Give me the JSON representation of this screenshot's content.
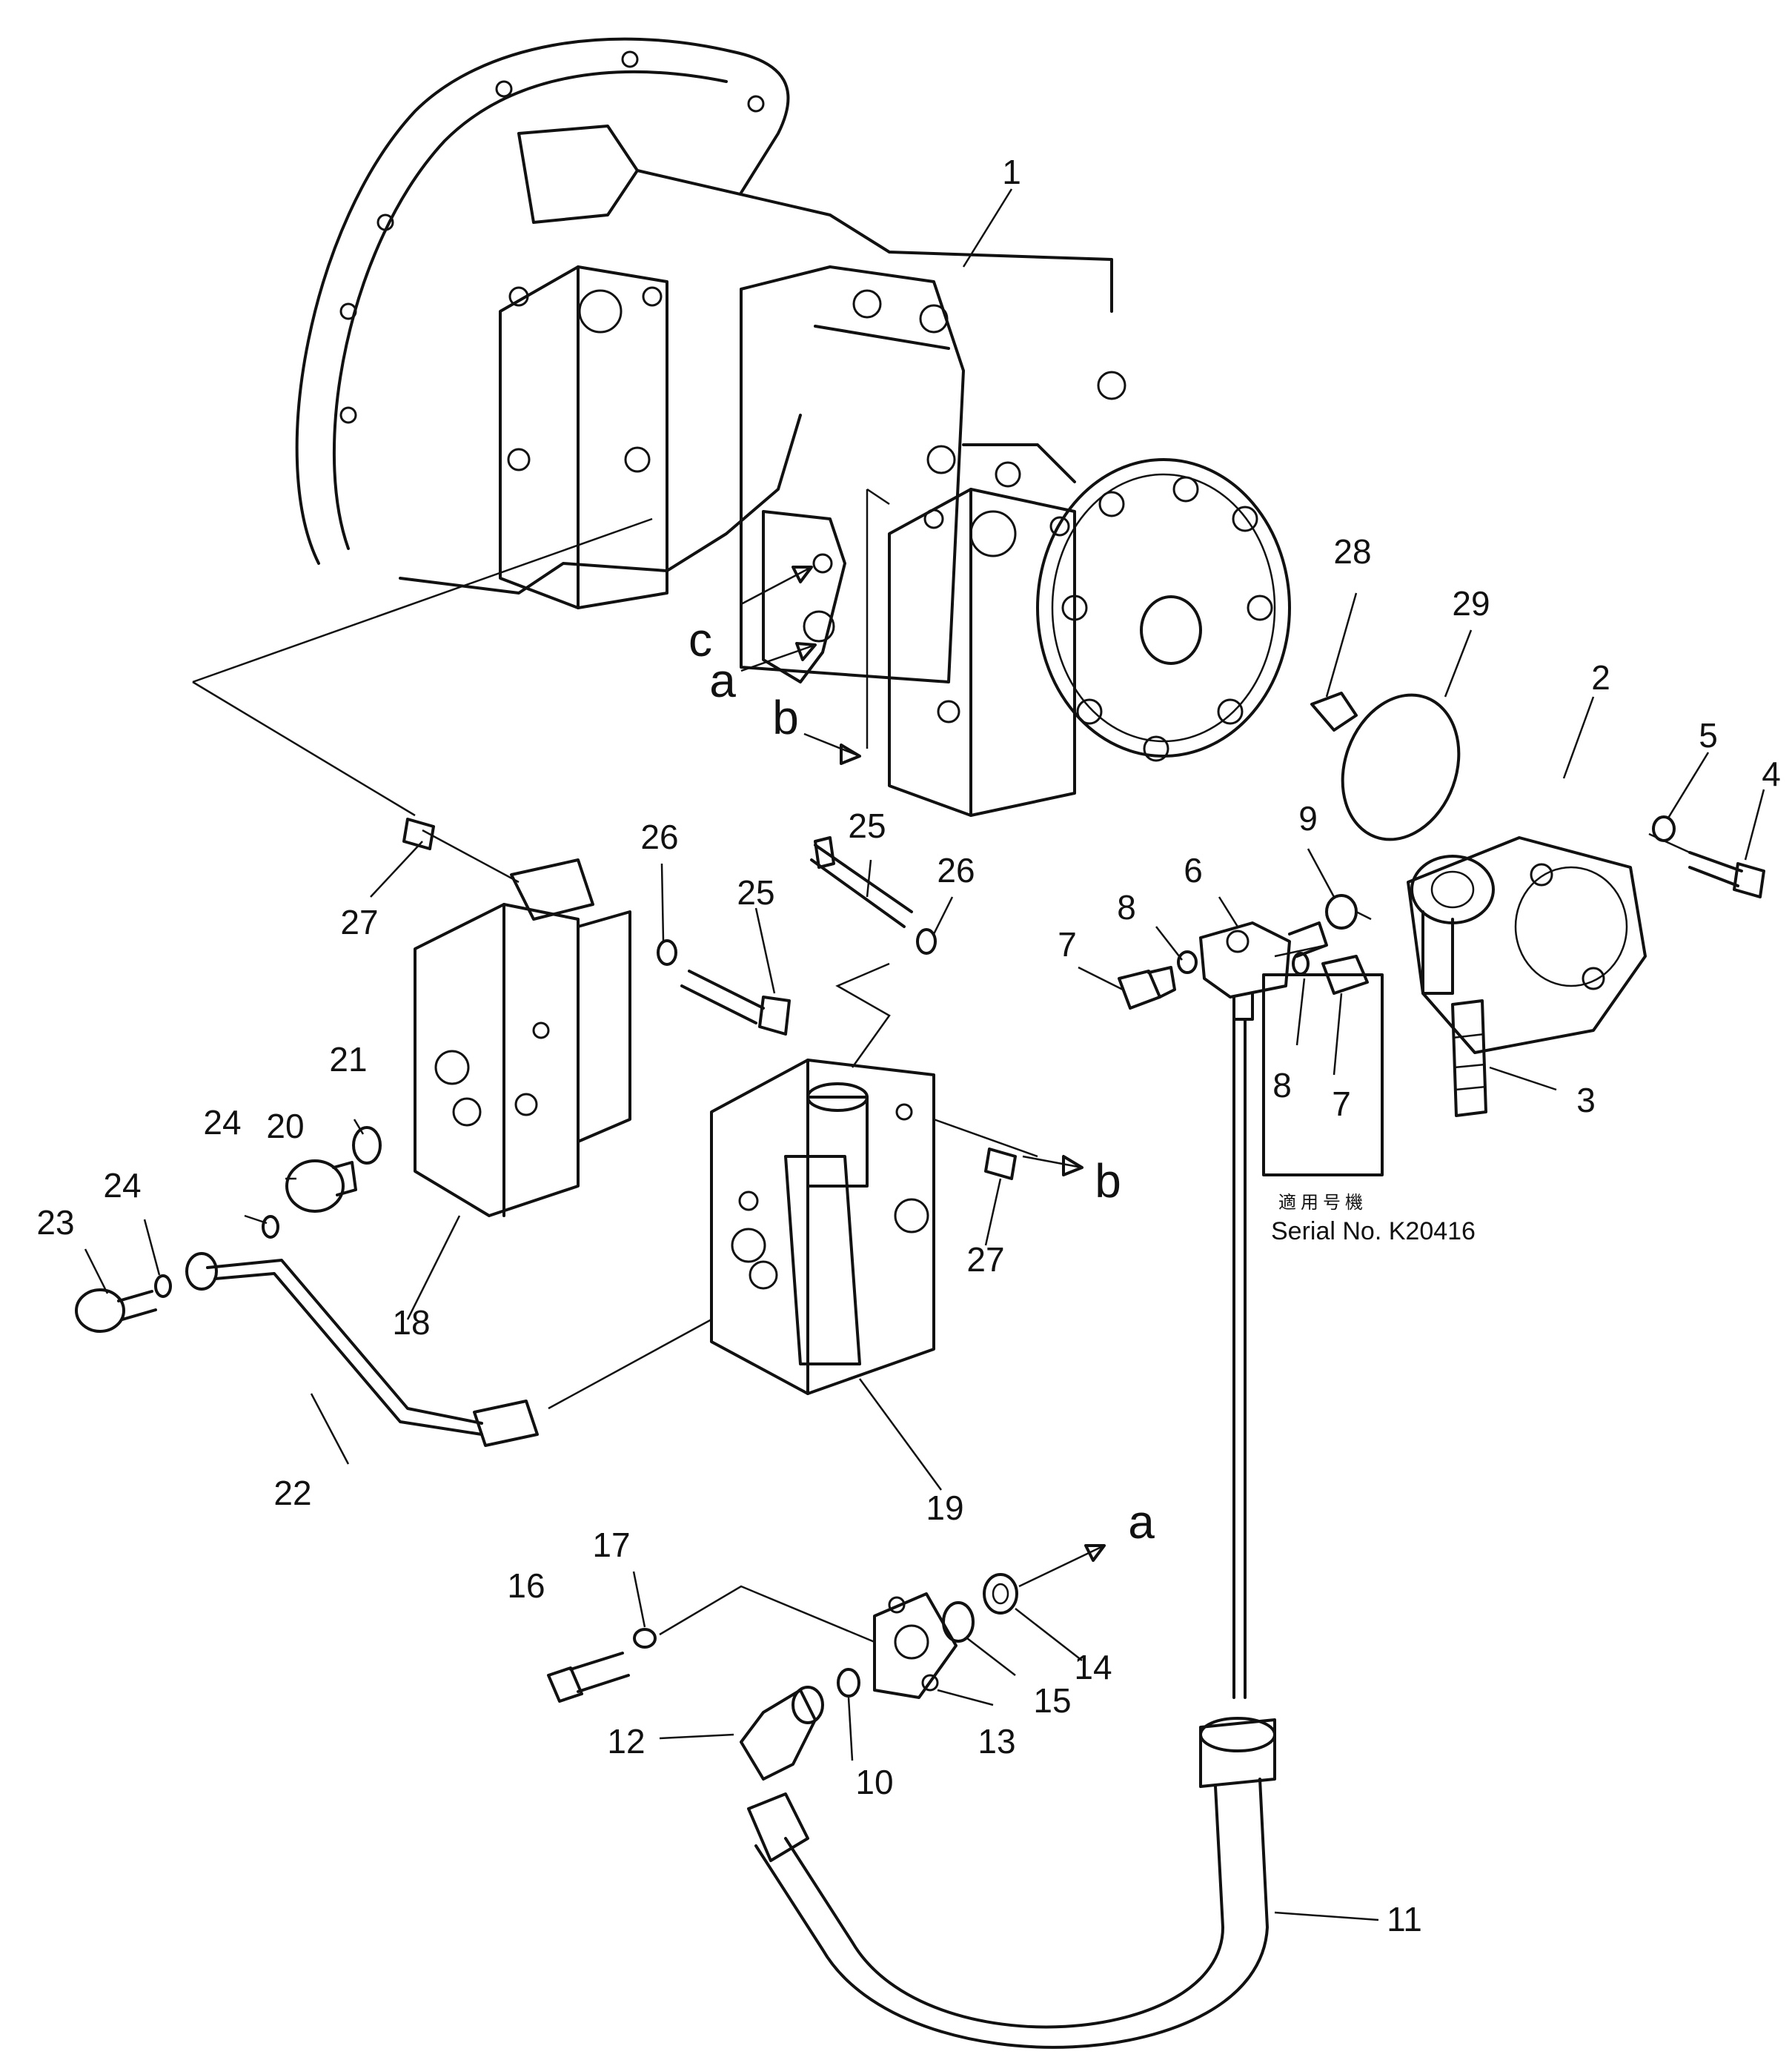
{
  "labels": {
    "p1": "1",
    "p2": "2",
    "p3": "3",
    "p4": "4",
    "p5": "5",
    "p6": "6",
    "p7a": "7",
    "p7b": "7",
    "p8a": "8",
    "p8b": "8",
    "p9": "9",
    "p10": "10",
    "p11": "11",
    "p12": "12",
    "p13": "13",
    "p14": "14",
    "p15": "15",
    "p16": "16",
    "p17": "17",
    "p18": "18",
    "p19": "19",
    "p20": "20",
    "p21": "21",
    "p22": "22",
    "p23": "23",
    "p24a": "24",
    "p24b": "24",
    "p25a": "25",
    "p25b": "25",
    "p26a": "26",
    "p26b": "26",
    "p27a": "27",
    "p27b": "27",
    "p28": "28",
    "p29": "29"
  },
  "connectors": {
    "a1": "a",
    "a2": "a",
    "b1": "b",
    "b2": "b",
    "c1": "c"
  },
  "serial": {
    "applicable_jp": "適用号機",
    "serial_text": "Serial No. K20416"
  },
  "colors": {
    "ink": "#111111",
    "paper": "#ffffff"
  }
}
